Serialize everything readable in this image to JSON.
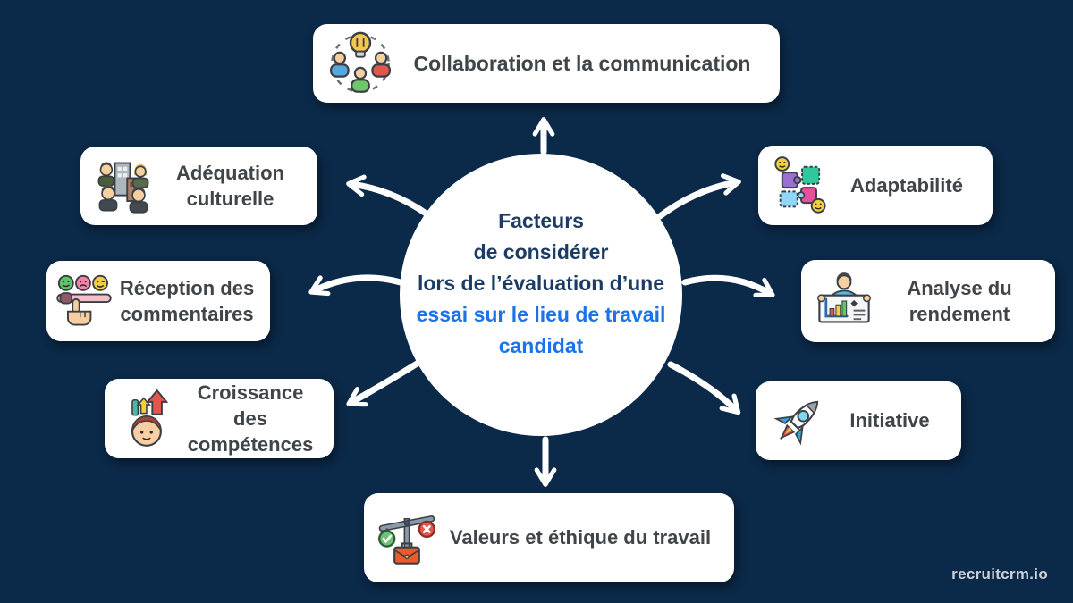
{
  "page": {
    "background_color": "#0b2948",
    "watermark": "recruitcrm.io"
  },
  "center": {
    "lines": [
      {
        "text": "Facteurs",
        "emphasis": "dark"
      },
      {
        "text": "de considérer",
        "emphasis": "dark"
      },
      {
        "text": "lors de l’évaluation d’une",
        "emphasis": "dark"
      },
      {
        "text": "essai sur le lieu de travail",
        "emphasis": "blue"
      },
      {
        "text": "candidat",
        "emphasis": "blue"
      }
    ],
    "dark_text_color": "#1d3c63",
    "blue_text_color": "#1a73e8"
  },
  "nodes": [
    {
      "id": "collaboration",
      "position": "top",
      "icon": "collaboration-icon",
      "label": "Collaboration et la communication"
    },
    {
      "id": "cultural-fit",
      "position": "top-left",
      "icon": "cultural-fit-icon",
      "label": "Adéquation culturelle"
    },
    {
      "id": "feedback-reception",
      "position": "left",
      "icon": "feedback-reception-icon",
      "label": "Réception des commentaires"
    },
    {
      "id": "skills-growth",
      "position": "bottom-left",
      "icon": "skills-growth-icon",
      "label": "Croissance des compétences"
    },
    {
      "id": "adaptability",
      "position": "top-right",
      "icon": "adaptability-icon",
      "label": "Adaptabilité"
    },
    {
      "id": "performance-analysis",
      "position": "right",
      "icon": "performance-analysis-icon",
      "label": "Analyse du rendement"
    },
    {
      "id": "initiative",
      "position": "bottom-right",
      "icon": "initiative-rocket-icon",
      "label": "Initiative"
    },
    {
      "id": "work-ethics",
      "position": "bottom",
      "icon": "work-values-scale-icon",
      "label": "Valeurs et éthique du travail"
    }
  ],
  "style": {
    "node_background": "#ffffff",
    "node_label_color": "#3f4549",
    "arrow_color": "#ffffff"
  }
}
